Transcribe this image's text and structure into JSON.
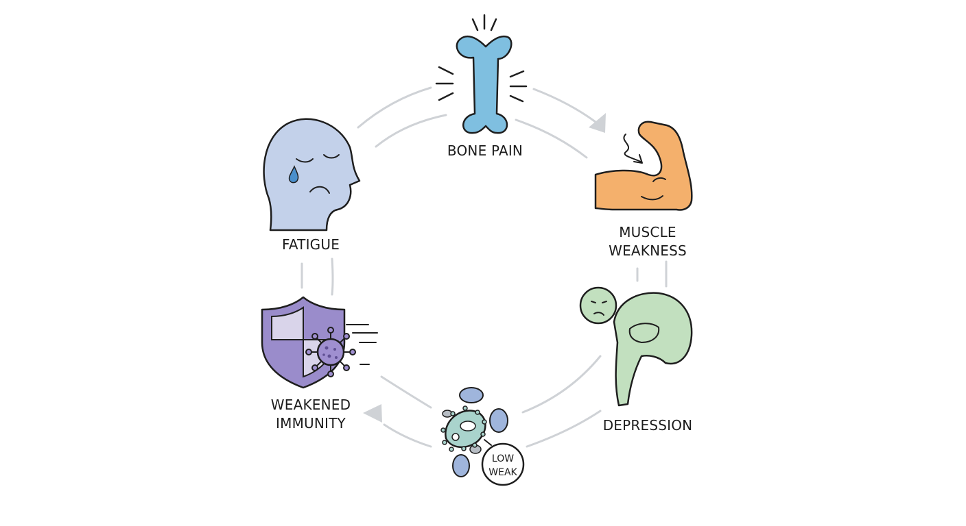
{
  "colors": {
    "connector": "#cfd2d6",
    "outline": "#1e1e1e",
    "bone": "#7fbfe0",
    "face": "#c3d1ea",
    "muscle": "#f4b06c",
    "figure": "#c2e0bf",
    "shield": "#9a8ccb",
    "virus": "#9f8fd0",
    "cells": "#9fb5dc",
    "microbe": "#a9d3cc"
  },
  "nodes": [
    {
      "id": "bone-pain",
      "icon": "bone-icon",
      "lines": [
        "BONE PAIN"
      ]
    },
    {
      "id": "muscle-weakness",
      "icon": "flexed-arm-icon",
      "lines": [
        "MUSCLE",
        "WEAKNESS"
      ]
    },
    {
      "id": "depression",
      "icon": "slumped-person-icon",
      "lines": [
        "DEPRESSION"
      ]
    },
    {
      "id": "low-weak-cells",
      "icon": "blood-cells-icon",
      "badge": [
        "LOW",
        "WEAK"
      ]
    },
    {
      "id": "weakened-immunity",
      "icon": "shield-virus-icon",
      "lines": [
        "WEAKENED",
        "IMMUNITY"
      ]
    },
    {
      "id": "fatigue",
      "icon": "sad-face-icon",
      "lines": [
        "FATIGUE"
      ]
    }
  ]
}
